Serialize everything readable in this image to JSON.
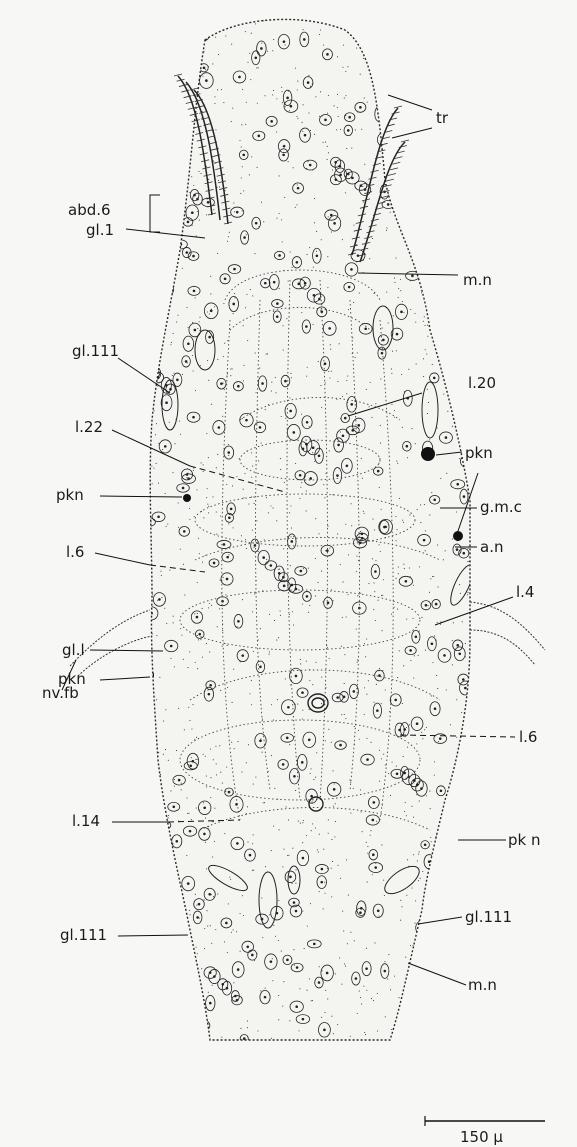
{
  "figure": {
    "title": "",
    "labels": {
      "abd6": "abd.6",
      "tr": "tr",
      "gl1_top": "gl.1",
      "mn_top": "m.n",
      "gl111_upper": "gl.111",
      "l20": "l.20",
      "l22": "l.22",
      "pkn_right_upper": "pkn",
      "pkn_left_upper": "pkn",
      "gmc": "g.m.c",
      "l6_left": "l.6",
      "an": "a.n",
      "l4": "l.4",
      "gl1_mid": "gl.l",
      "nvfb": "nv.fb",
      "l6_right": "l.6",
      "pkn_left_lower": "pkn",
      "l14": "l.14",
      "pkn_right_lower": "pk n",
      "gl111_lower_left": "gl.111",
      "gl111_lower_right": "gl.111",
      "mn_bottom": "m.n"
    },
    "scale_bar": "150 μ"
  }
}
